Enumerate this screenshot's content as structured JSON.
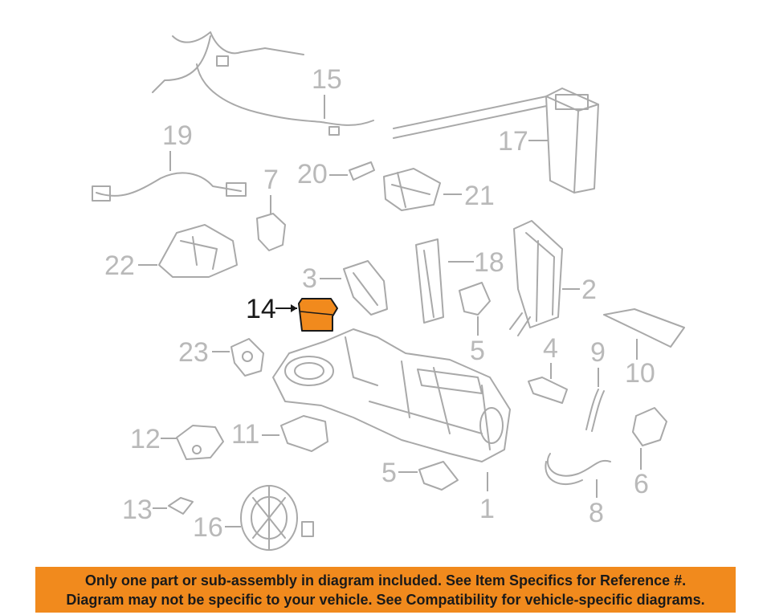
{
  "callouts": {
    "c1": "1",
    "c2": "2",
    "c3": "3",
    "c4": "4",
    "c5a": "5",
    "c5b": "5",
    "c6": "6",
    "c7": "7",
    "c8": "8",
    "c9": "9",
    "c10": "10",
    "c11": "11",
    "c12": "12",
    "c13": "13",
    "c14": "14",
    "c15": "15",
    "c16": "16",
    "c17": "17",
    "c18": "18",
    "c19": "19",
    "c20": "20",
    "c21": "21",
    "c22": "22",
    "c23": "23"
  },
  "highlight": {
    "part": "14",
    "color": "#f18a1d"
  },
  "banner": {
    "line1": "Only one part or sub-assembly in diagram included. See Item Specifics for Reference #.",
    "line2": "Diagram may not be specific to your vehicle. See Compatibility for vehicle-specific diagrams.",
    "color": "#f18a1d"
  }
}
